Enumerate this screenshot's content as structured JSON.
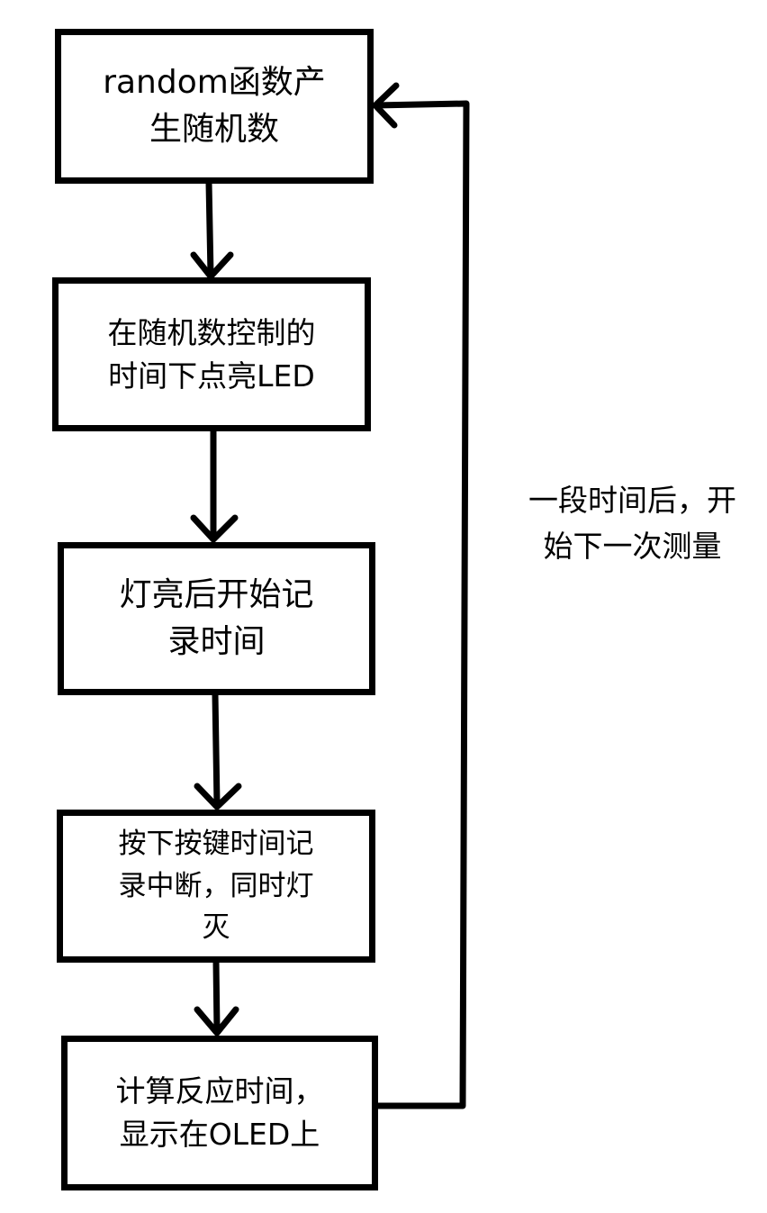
{
  "flowchart": {
    "steps": [
      {
        "id": "step1",
        "lines": [
          "random函数产",
          "生随机数"
        ]
      },
      {
        "id": "step2",
        "lines": [
          "在随机数控制的",
          "时间下点亮LED"
        ]
      },
      {
        "id": "step3",
        "lines": [
          "灯亮后开始记",
          "录时间"
        ]
      },
      {
        "id": "step4",
        "lines": [
          "按下按键时间记",
          "录中断，同时灯",
          "灭"
        ]
      },
      {
        "id": "step5",
        "lines": [
          "计算反应时间，",
          "显示在OLED上"
        ]
      }
    ],
    "loop_label": {
      "lines": [
        "一段时间后，开",
        "始下一次测量"
      ]
    }
  },
  "colors": {
    "stroke": "#000000",
    "background": "#ffffff",
    "text": "#000000"
  }
}
